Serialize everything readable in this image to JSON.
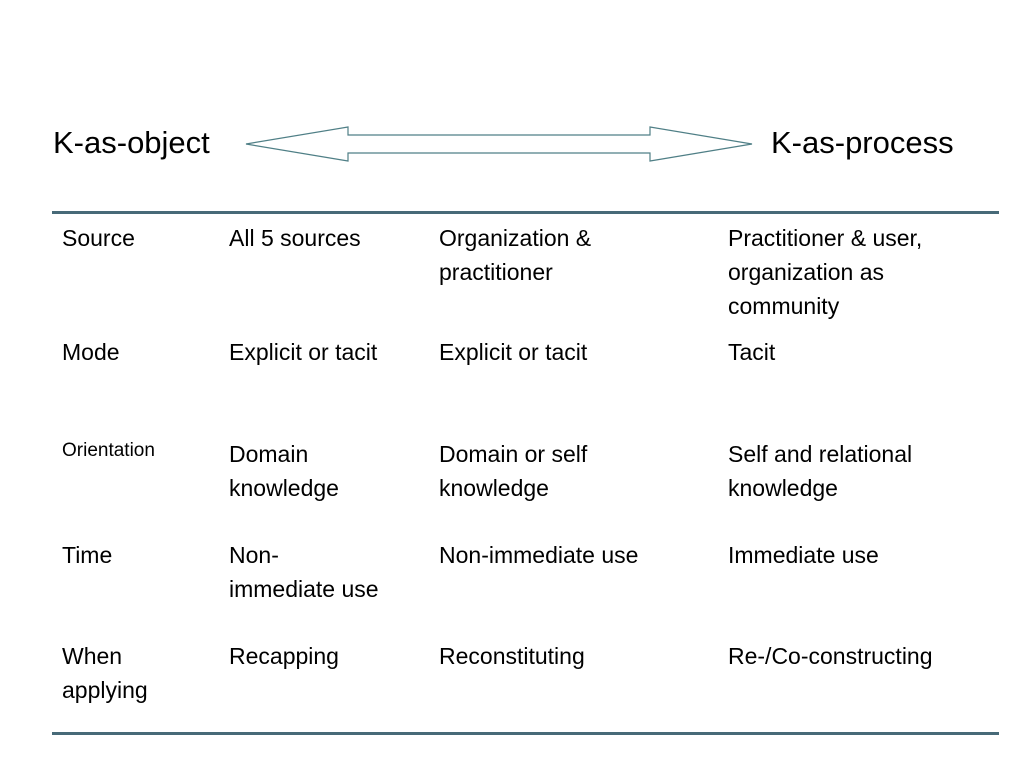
{
  "heading": {
    "left": "K-as-object",
    "right": "K-as-process"
  },
  "colors": {
    "rule": "#476a78",
    "arrow_stroke": "#4f7f86"
  },
  "table": {
    "rows": [
      {
        "label": [
          "Source"
        ],
        "cells": [
          [
            "All 5 sources"
          ],
          [
            "Organization &",
            "practitioner"
          ],
          [
            "Practitioner & user,",
            "organization as",
            "community"
          ]
        ]
      },
      {
        "label": [
          "Mode"
        ],
        "cells": [
          [
            "Explicit or tacit"
          ],
          [
            "Explicit or tacit"
          ],
          [
            "Tacit"
          ]
        ]
      },
      {
        "label": [
          "Orientation"
        ],
        "cells": [
          [
            "Domain",
            "knowledge"
          ],
          [
            "Domain or self",
            "knowledge"
          ],
          [
            "Self and relational",
            "knowledge"
          ]
        ]
      },
      {
        "label": [
          "Time"
        ],
        "cells": [
          [
            "Non-",
            "immediate use"
          ],
          [
            "Non-immediate use"
          ],
          [
            "Immediate use"
          ]
        ]
      },
      {
        "label": [
          "When",
          "applying"
        ],
        "cells": [
          [
            "Recapping"
          ],
          [
            "Reconstituting"
          ],
          [
            "Re-/Co-constructing"
          ]
        ]
      }
    ]
  }
}
